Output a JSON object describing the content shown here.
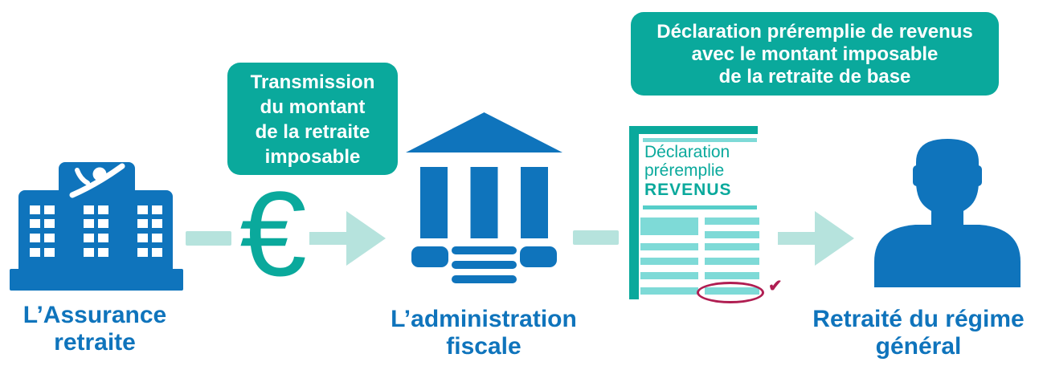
{
  "colors": {
    "blue": "#0F74BC",
    "teal": "#0AA99C",
    "light_teal": "#B6E3DD",
    "cyan_bar": "#7EDAD7",
    "cyan_rule": "#56CEC9",
    "red": "#B01E52"
  },
  "bubbles": {
    "transmission": {
      "lines": [
        "Transmission",
        "du montant",
        "de la retraite",
        "imposable"
      ]
    },
    "declaration": {
      "lines": [
        "Déclaration préremplie de revenus",
        "avec le montant imposable",
        "de la retraite de base"
      ]
    }
  },
  "nodes": {
    "assurance": {
      "label_lines": [
        "L’Assurance",
        "retraite"
      ]
    },
    "administration": {
      "label_lines": [
        "L’administration",
        "fiscale"
      ]
    },
    "retraite": {
      "label_lines": [
        "Retraité du régime",
        "général"
      ]
    }
  },
  "form": {
    "title_line1": "Déclaration",
    "title_line2": "préremplie",
    "title_line3": "REVENUS"
  },
  "icons": {
    "euro": "€",
    "check": "✔"
  }
}
